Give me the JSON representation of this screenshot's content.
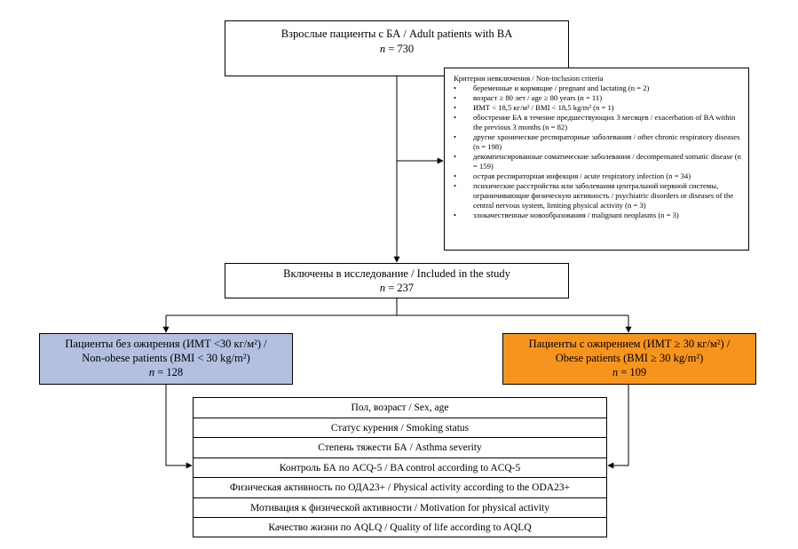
{
  "total_box": {
    "title": "Взрослые пациенты с БА / Adult patients with BA",
    "n_label": "n",
    "n_value": " = 730"
  },
  "exclusion_box": {
    "title": "Критерии невключения / Non-inclusion criteria",
    "items": [
      "беременные и кормящие / pregnant and lactating (n = 2)",
      "возраст ≥ 80 лет / age ≥ 80 years (n = 11)",
      "ИМТ < 18,5 кг/м² / BMI < 18,5 kg/m² (n = 1)",
      "обострение БА в течение предшествующих 3 месяцев / exacerbation of BA within the previous 3 months (n = 82)",
      "другие хронические респираторные заболевания / other chronic respiratory diseases (n = 198)",
      "декомпенсированные соматические заболевания / decompensated somatic disease (n = 159)",
      "острая респираторная инфекция / acute respiratory infection (n = 34)",
      "психические расстройства или заболевания центральной нервной системы, ограничивающие физическую активность / psychiatric disorders or diseases of the central nervous system, limiting physical activity (n = 3)",
      "злокачественные новообразования / malignant neoplasms (n = 3)"
    ]
  },
  "included_box": {
    "title": "Включены в исследование / Included in the study",
    "n_label": "n",
    "n_value": " = 237"
  },
  "nonobese_box": {
    "line1": "Пациенты без ожирения (ИМТ <30 кг/м²) /",
    "line2": "Non-obese patients (BMI < 30 kg/m²)",
    "n_label": "n",
    "n_value": " = 128",
    "color": "#b4c0e0"
  },
  "obese_box": {
    "line1": "Пациенты с ожирением (ИМТ ≥ 30 кг/м²) /",
    "line2": "Obese patients (BMI ≥ 30 kg/m²)",
    "n_label": "n",
    "n_value": " = 109",
    "color": "#f7941d"
  },
  "parameters": [
    "Пол, возраст  / Sex, age",
    "Статус курения / Smoking status",
    "Степень тяжести БА / Asthma severity",
    "Контроль БА по ACQ-5 / BA control according to ACQ-5",
    "Физическая активность по ОДА23+ / Physical activity according to the ODA23+",
    "Мотивация к физической активности / Motivation for physical activity",
    "Качество жизни по AQLQ / Quality of life according to AQLQ"
  ]
}
